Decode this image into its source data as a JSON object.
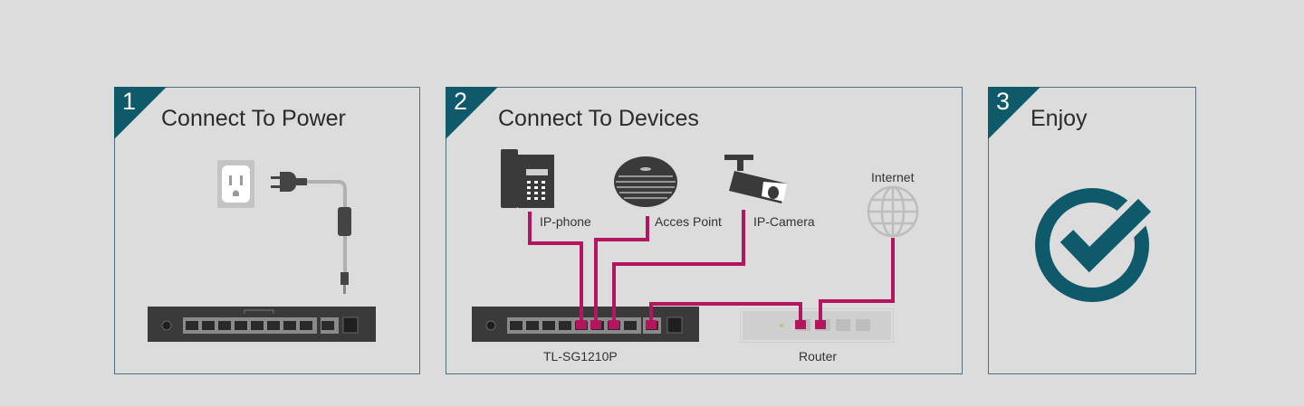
{
  "steps": [
    {
      "number": "1",
      "title": "Connect To Power"
    },
    {
      "number": "2",
      "title": "Connect To Devices"
    },
    {
      "number": "3",
      "title": "Enjoy"
    }
  ],
  "devices": {
    "ip_phone": "IP-phone",
    "access_point": "Acces Point",
    "ip_camera": "IP-Camera",
    "internet": "Internet",
    "switch_model": "TL-SG1210P",
    "router": "Router"
  },
  "colors": {
    "accent": "#0e5a6a",
    "cable": "#b3165f",
    "device": "#3a3a3a",
    "background": "#dcdcdd"
  },
  "icons": [
    "wall-outlet-icon",
    "power-plug-icon",
    "switch-icon",
    "ip-phone-icon",
    "access-point-icon",
    "ip-camera-icon",
    "globe-icon",
    "router-icon",
    "checkmark-icon"
  ]
}
